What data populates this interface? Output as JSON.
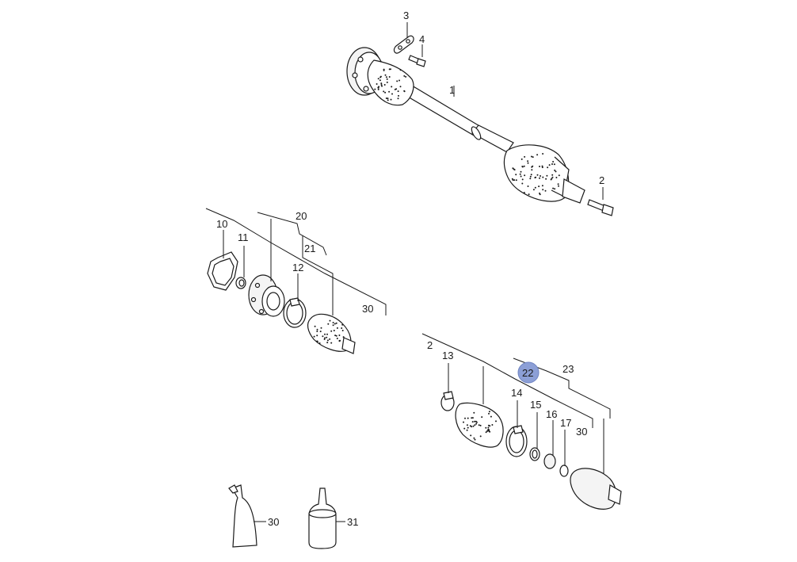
{
  "diagram": {
    "callouts": {
      "c1": "1",
      "c2_top": "2",
      "c3": "3",
      "c4": "4",
      "c10": "10",
      "c11": "11",
      "c12": "12",
      "c20": "20",
      "c21": "21",
      "c30_left": "30",
      "c2_right": "2",
      "c13": "13",
      "c14": "14",
      "c15": "15",
      "c16": "16",
      "c17": "17",
      "c22": "22",
      "c23": "23",
      "c30_right": "30",
      "c30_bottom": "30",
      "c31": "31"
    },
    "highlighted_callout": "22",
    "highlight_color": "#8c9fd6"
  }
}
